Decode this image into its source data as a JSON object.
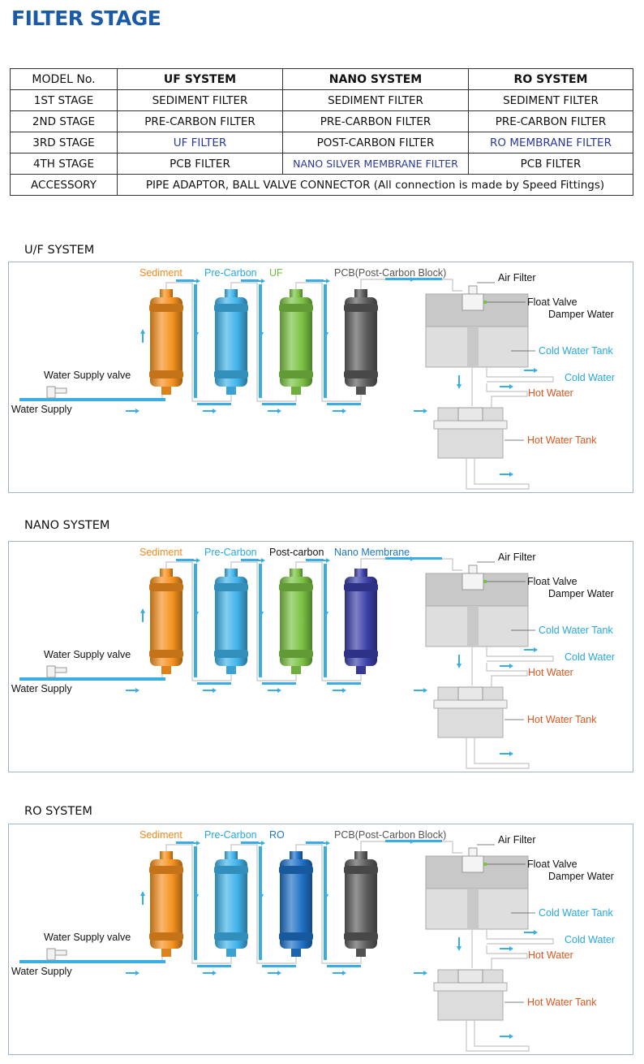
{
  "title": "FILTER STAGE",
  "table": {
    "header": [
      "MODEL No.",
      "UF SYSTEM",
      "NANO SYSTEM",
      "RO SYSTEM"
    ],
    "rows": [
      {
        "label": "1ST STAGE",
        "uf": "SEDIMENT FILTER",
        "nano": "SEDIMENT FILTER",
        "ro": "SEDIMENT FILTER"
      },
      {
        "label": "2ND STAGE",
        "uf": "PRE-CARBON FILTER",
        "nano": "PRE-CARBON FILTER",
        "ro": "PRE-CARBON FILTER"
      },
      {
        "label": "3RD STAGE",
        "uf": "UF FILTER",
        "nano": "POST-CARBON FILTER",
        "ro": "RO MEMBRANE FILTER"
      },
      {
        "label": "4TH STAGE",
        "uf": "PCB FILTER",
        "nano": "NANO SILVER MEMBRANE FILTER",
        "ro": "PCB FILTER"
      }
    ],
    "accessory": {
      "label": "ACCESSORY",
      "value": "PIPE ADAPTOR, BALL VALVE CONNECTOR (All connection is made by Speed Fittings)"
    }
  },
  "common_labels": {
    "water_supply": "Water Supply",
    "water_supply_valve": "Water Supply valve",
    "air_filter": "Air Filter",
    "float_valve": "Float Valve",
    "damper_water": "Damper Water",
    "cold_water_tank": "Cold Water  Tank",
    "cold_water": "Cold Water",
    "hot_water": "Hot Water",
    "hot_water_tank": "Hot Water  Tank"
  },
  "diagrams": [
    {
      "title": "U/F SYSTEM",
      "filters": [
        {
          "label": "Sediment",
          "color": "#f5901e",
          "label_color": "#f08a1c"
        },
        {
          "label": "Pre-Carbon",
          "color": "#3fb3ea",
          "label_color": "#27a8e0"
        },
        {
          "label": "UF",
          "color": "#7ac143",
          "label_color": "#6cbf3a"
        },
        {
          "label": "PCB(Post-Carbon Block)",
          "color": "#5a5a5a",
          "label_color": "#555555"
        }
      ]
    },
    {
      "title": "NANO SYSTEM",
      "filters": [
        {
          "label": "Sediment",
          "color": "#f5901e",
          "label_color": "#f08a1c"
        },
        {
          "label": "Pre-Carbon",
          "color": "#3fb3ea",
          "label_color": "#27a8e0"
        },
        {
          "label": "Post-carbon",
          "color": "#7ac143",
          "label_color": "#111111"
        },
        {
          "label": "Nano Membrane",
          "color": "#3a3fa8",
          "label_color": "#1c77c3"
        }
      ]
    },
    {
      "title": "RO SYSTEM",
      "filters": [
        {
          "label": "Sediment",
          "color": "#f5901e",
          "label_color": "#f08a1c"
        },
        {
          "label": "Pre-Carbon",
          "color": "#3fb3ea",
          "label_color": "#27a8e0"
        },
        {
          "label": "RO",
          "color": "#1d6fc4",
          "label_color": "#1c77c3"
        },
        {
          "label": "PCB(Post-Carbon Block)",
          "color": "#5a5a5a",
          "label_color": "#555555"
        }
      ]
    }
  ],
  "colors": {
    "pipe": "#3aaee3",
    "orange_label": "#e0561f",
    "blue_label": "#27a8e0",
    "frame": "#9fb4c7"
  }
}
